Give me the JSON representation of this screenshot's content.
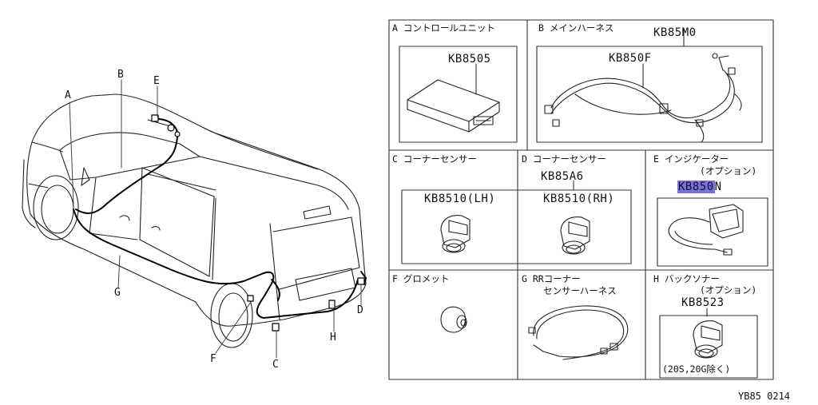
{
  "vehicle_callouts": [
    "A",
    "B",
    "E",
    "G",
    "F",
    "C",
    "H",
    "D"
  ],
  "cells": {
    "a": {
      "title": "A コントロールユニット",
      "part": "KB8505"
    },
    "b": {
      "title": "B メインハーネス",
      "group_part": "KB85M0",
      "part": "KB850F"
    },
    "c": {
      "title": "C コーナーセンサー",
      "part": "KB8510(LH)"
    },
    "d": {
      "title": "D コーナーセンサー",
      "group_part": "KB85A6",
      "part": "KB8510(RH)"
    },
    "e": {
      "title": "E インジケーター",
      "subtitle": "(オプション)",
      "part_hl": "KB850",
      "part_rest": "N"
    },
    "f": {
      "title": "F グロメット"
    },
    "g": {
      "title": "G RRコーナー",
      "subtitle": "センサーハーネス"
    },
    "h": {
      "title": "H バックソナー",
      "subtitle": "(オプション)",
      "part": "KB8523",
      "note": "(20S,20G除く)"
    }
  },
  "footer_code": "YB85 0214",
  "highlight_color": "#7b74d6"
}
